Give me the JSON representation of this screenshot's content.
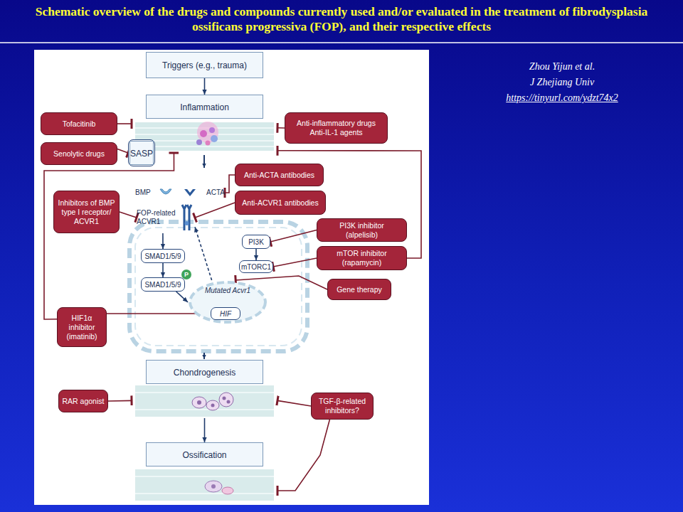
{
  "diagram": {
    "title": "Schematic overview of the drugs and compounds currently used and/or evaluated in the treatment of fibrodysplasia ossificans progressiva (FOP), and their respective effects",
    "nodes": [
      {
        "text": [
          "Triggers (e.g., trauma)"
        ]
      },
      {
        "text": [
          "Inflammation"
        ]
      },
      {
        "text": [
          "Tofacitinib"
        ]
      },
      {
        "text": [
          "Anti-inflammatory drugs",
          "Anti-IL-1 agents"
        ]
      },
      {
        "text": [
          "SASP"
        ],
        "in": 1
      },
      {
        "text": [
          "Senolytic drugs"
        ]
      },
      {
        "text": [
          "Anti-ACTA antibodies"
        ]
      },
      {
        "text": [
          "BMP"
        ]
      },
      {
        "text": [
          "ACTA"
        ]
      },
      {
        "text": [
          "Inhibitors of BMP type I receptor/ ACVR1"
        ]
      },
      {
        "text": [
          "FOP-related ACVR1"
        ]
      },
      {
        "text": [
          "Anti-ACVR1 antibodies"
        ]
      },
      {
        "text": [
          "PI3K inhibitor",
          "(alpelisib)"
        ]
      },
      {
        "text": [
          "PI3K"
        ]
      },
      {
        "text": [
          "SMAD1/5/9"
        ]
      },
      {
        "text": [
          "mTOR inhibitor",
          "(rapamycin)"
        ]
      },
      {
        "text": [
          "mTORC1"
        ]
      },
      {
        "text": [
          "SMAD1/5/9"
        ]
      },
      {
        "text": [
          "Mutated Acvr1"
        ]
      },
      {
        "text": [
          "HIF"
        ],
        "in": 18
      },
      {
        "text": [
          "Gene therapy"
        ]
      },
      {
        "text": [
          "HIF1α inhibitor (imatinib)"
        ]
      },
      {
        "text": [
          "Chondrogenesis"
        ]
      },
      {
        "text": [
          "RAR agonist"
        ]
      },
      {
        "text": [
          "TGF-β-related inhibitors?"
        ]
      },
      {
        "text": [
          "Ossification"
        ]
      }
    ],
    "edges": [
      {
        "from": 0,
        "to": 1,
        "arrow": "to"
      },
      {
        "from": 2,
        "to": 1,
        "arrow": "to"
      },
      {
        "from": 3,
        "to": 1,
        "arrow": "to"
      },
      {
        "from": 5,
        "to": 4,
        "arrow": "to"
      },
      {
        "from": 6,
        "to": 8,
        "arrow": "to"
      },
      {
        "from": 9,
        "to": 10,
        "arrow": "to"
      },
      {
        "from": 11,
        "to": 10,
        "arrow": "to"
      },
      {
        "from": 12,
        "to": 13,
        "arrow": "to"
      },
      {
        "from": 13,
        "to": 16,
        "arrow": "to"
      },
      {
        "from": 15,
        "to": 16,
        "arrow": "to"
      },
      {
        "from": 15,
        "to": 1,
        "arrow": "to"
      },
      {
        "from": 10,
        "to": 14,
        "arrow": "to"
      },
      {
        "from": 14,
        "to": 17,
        "arrow": "to"
      },
      {
        "from": 17,
        "to": 18,
        "arrow": "to"
      },
      {
        "from": 18,
        "to": 10,
        "arrow": "to"
      },
      {
        "from": 20,
        "to": 18,
        "arrow": "to"
      },
      {
        "from": 21,
        "to": 19,
        "arrow": "to"
      },
      {
        "from": 21,
        "to": 1,
        "arrow": "to"
      },
      {
        "from": 22,
        "to": 25,
        "arrow": "to"
      },
      {
        "from": 23,
        "to": 22,
        "arrow": "to"
      },
      {
        "from": 24,
        "to": 22,
        "arrow": "to"
      },
      {
        "from": 24,
        "to": 25,
        "arrow": "to"
      }
    ],
    "labels": [
      "P",
      "Zhou Yijun et al.",
      "J Zhejiang Univ",
      "https://tinyurl.com/ydzt74x2"
    ]
  }
}
